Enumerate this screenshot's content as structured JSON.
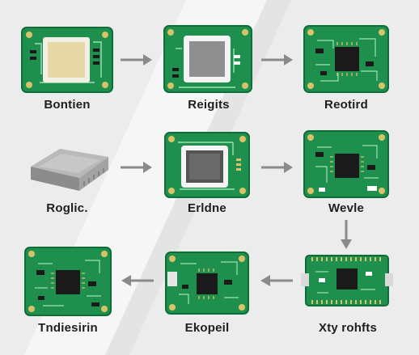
{
  "diagram": {
    "row1": {
      "labels": [
        "Bontien",
        "Reigits",
        "Reotird"
      ]
    },
    "row2": {
      "labels": [
        "Roglic.",
        "Erldne",
        "Wevle"
      ]
    },
    "row3": {
      "labels": [
        "Tndiesirin",
        "Ekopeil",
        "Xty rohfts"
      ]
    }
  },
  "colors": {
    "pcb_green": "#1f8f4e",
    "pcb_dark": "#167a40",
    "trace": "#9de0b4",
    "pad_gold": "#d7c46a",
    "chip_black": "#1a1a1a",
    "arrow_gray": "#8a8a8a",
    "background": "#ececec"
  }
}
